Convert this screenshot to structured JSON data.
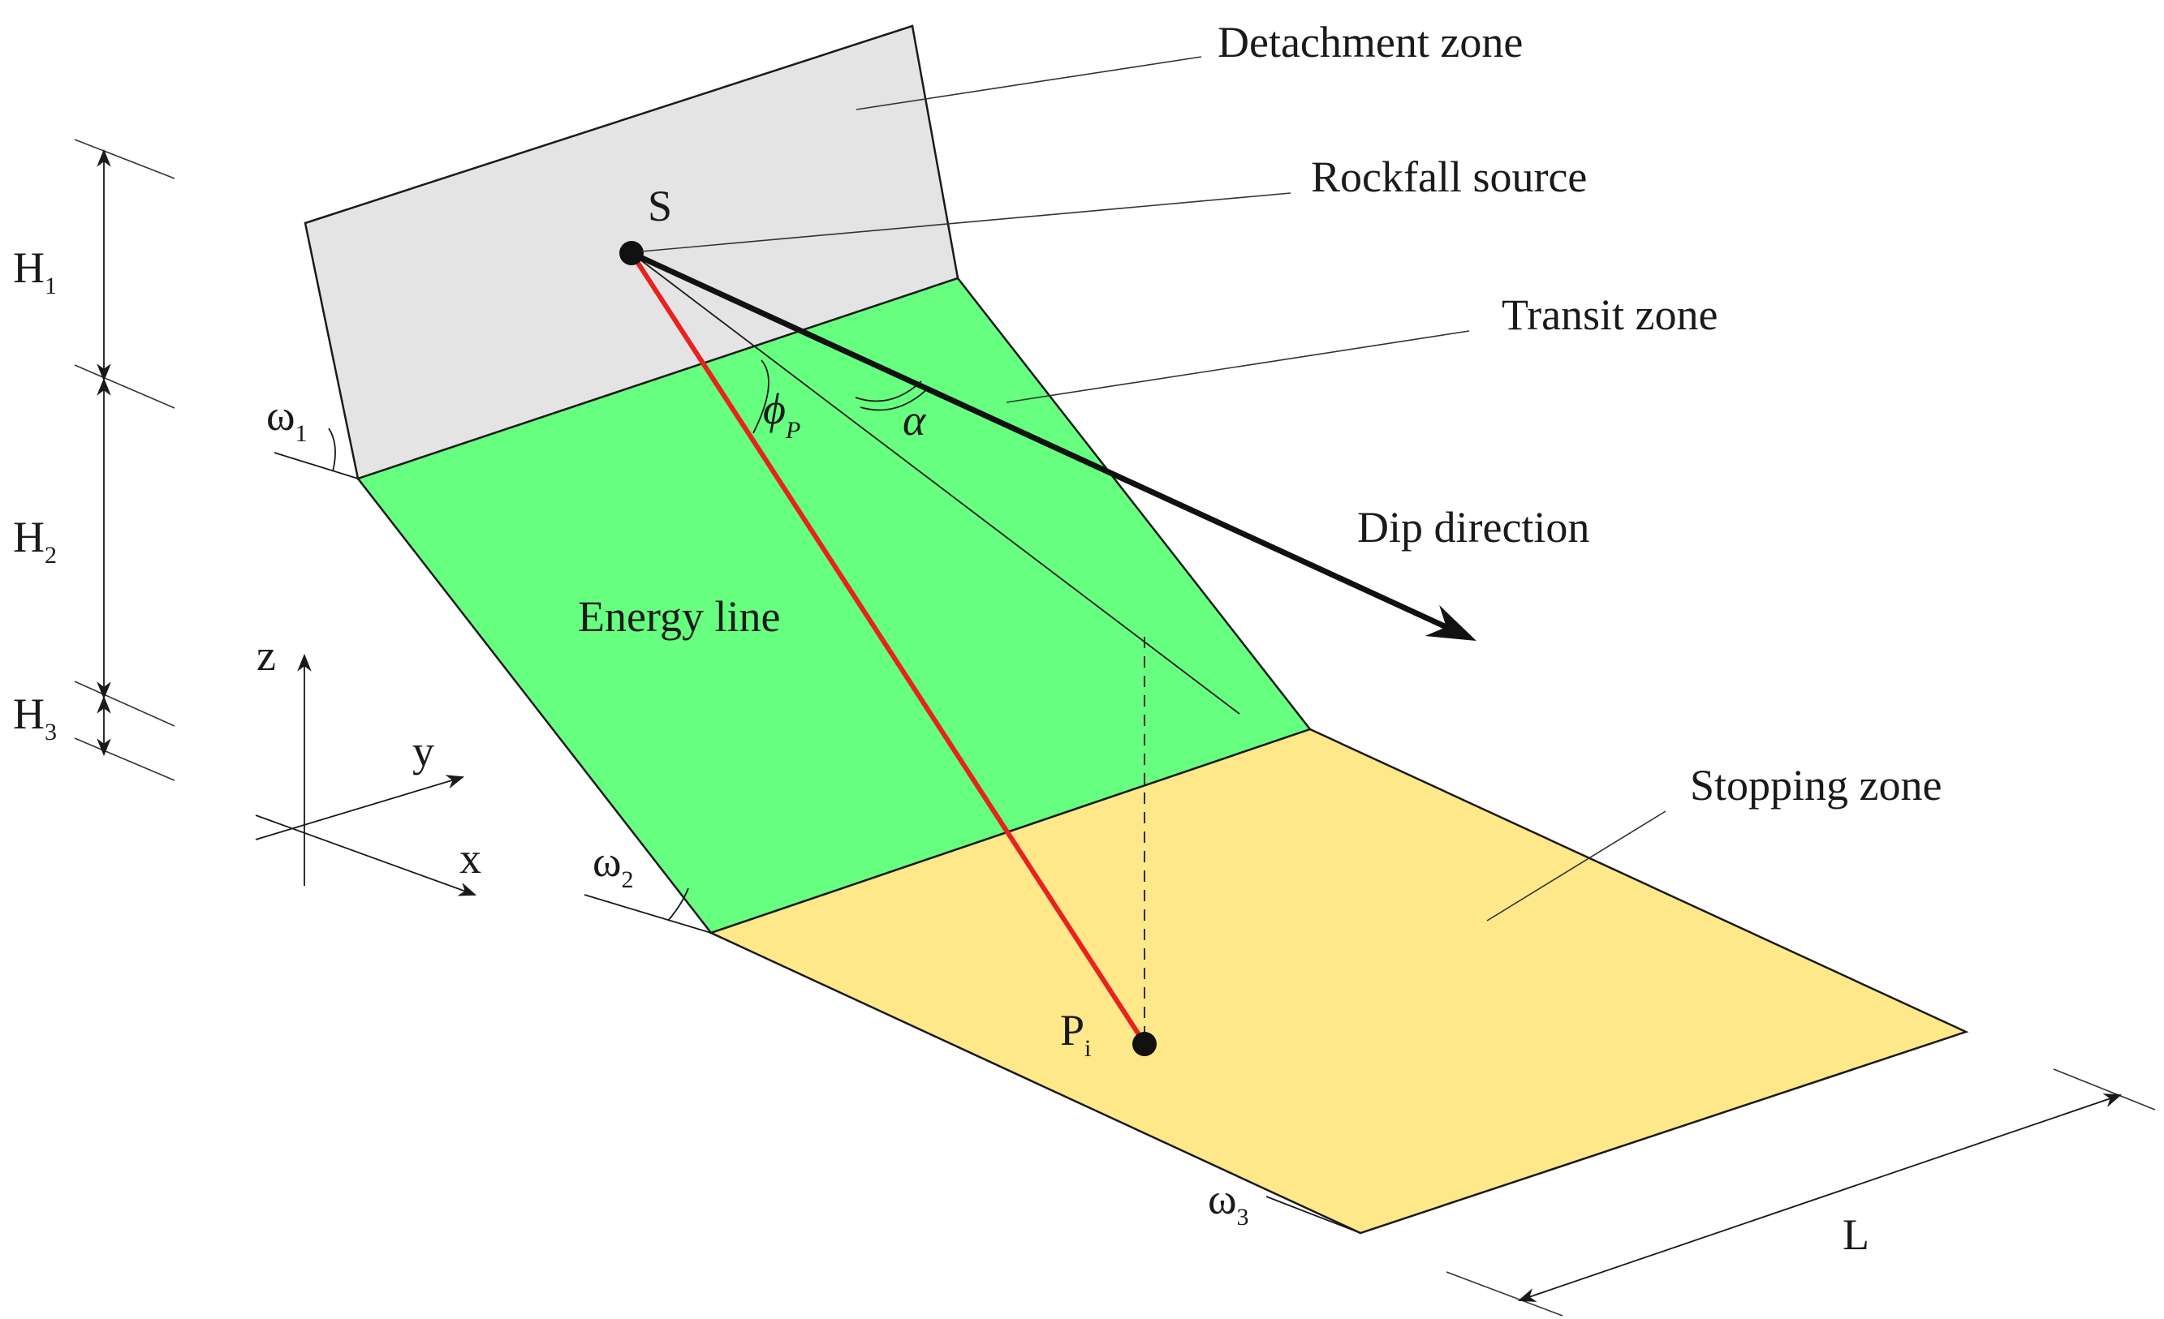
{
  "labels": {
    "detachment_zone": "Detachment zone",
    "rockfall_source": "Rockfall source",
    "transit_zone": "Transit zone",
    "dip_direction": "Dip direction",
    "energy_line": "Energy line",
    "stopping_zone": "Stopping zone"
  },
  "symbols": {
    "source_point": "S",
    "impact_point": "P",
    "impact_point_sub": "i",
    "phi": "ϕ",
    "phi_sub": "P",
    "alpha": "α",
    "h1": "H",
    "h1_sub": "1",
    "h2": "H",
    "h2_sub": "2",
    "h3": "H",
    "h3_sub": "3",
    "omega1": "ω",
    "omega1_sub": "1",
    "omega2": "ω",
    "omega2_sub": "2",
    "omega3": "ω",
    "omega3_sub": "3",
    "axis_x": "x",
    "axis_y": "y",
    "axis_z": "z",
    "length": "L"
  },
  "colors": {
    "detachment_fill": "#e4e4e4",
    "transit_fill": "#66ff80",
    "stopping_fill": "#ffe88a",
    "energy_line": "#e8221e",
    "energy_label": "#e2481a",
    "outline": "#1a1a1a"
  }
}
